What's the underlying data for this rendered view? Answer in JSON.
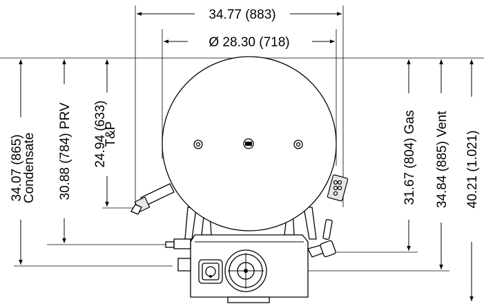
{
  "dimensions": {
    "overall_width": "34.77 (883)",
    "tank_diameter": "Ø 28.30 (718)",
    "condensate_value": "34.07 (865)",
    "condensate_label": "Condensate",
    "prv": "30.88 (784) PRV",
    "tp_value": "24.94 (633)",
    "tp_label": "T&P",
    "gas": "31.67 (804) Gas",
    "vent": "34.84 (885) Vent",
    "overall_height": "40.21 (1.021)"
  },
  "colors": {
    "line": "#000000",
    "background": "#ffffff"
  }
}
